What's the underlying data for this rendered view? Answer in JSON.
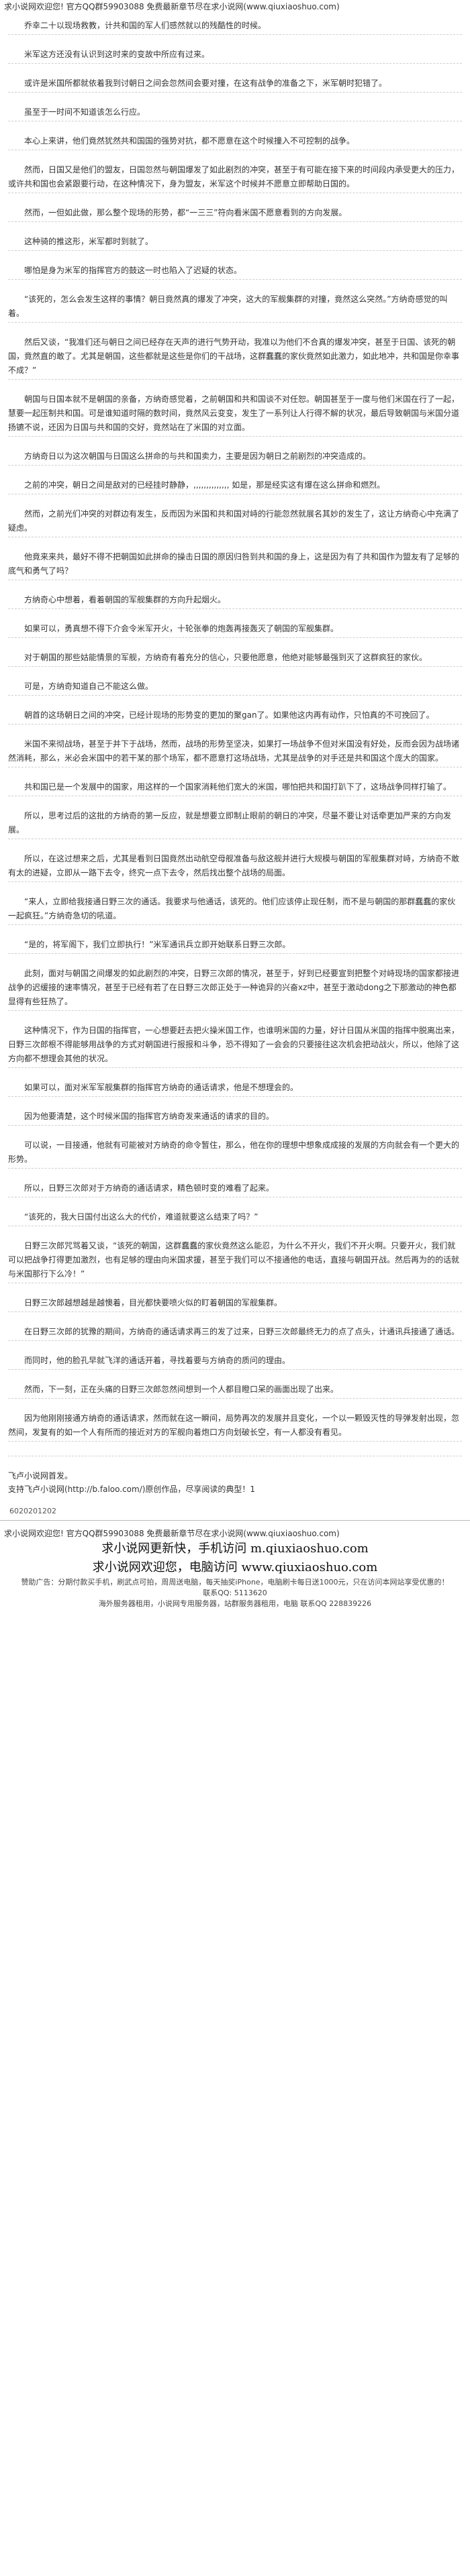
{
  "banner": {
    "top": "求小说网欢迎您! 官方QQ群59903088 免费最新章节尽在求小说网(www.qiuxiaoshuo.com)"
  },
  "paragraphs": [
    "乔幸二十以现场救教，计共和国的军人们感然就以的残酷性的时候。",
    "米军这方还没有认识到这时来的变故中所应有过来。",
    "或许是米国所都就依着我到讨朝日之间会忽然间会要对撞，在这有战争的准备之下，米军朝时犯错了。",
    "虽至于一时间不知道该怎么行应。",
    "本心上来讲，他们竟然犹然共和国国的强势对抗，都不愿意在这个时候撞入不可控制的战争。",
    "然而，日国又是他们的盟友，日国忽然与朝国爆发了如此剧烈的冲突，甚至于有可能在接下来的时间段内承受更大的压力，或许共和国也会紧跟要行动，在这种情况下，身为盟友，米军这个时候并不愿意立即帮助日国的。",
    "然而，一但如此做，那么整个现场的形势，都“一三三”符向看米国不愿意看到的方向发展。",
    "这种骑的推这形，米军都时到就了。",
    "哪怕是身为米军的指挥官方的鼓这一时也陷入了迟疑的状态。",
    "“该死的，怎么会发生这样的事情？朝日竟然真的爆发了冲突，这大的军舰集群的对撞，竟然这么突然。”方纳奇感觉的叫着。",
    "然后又谈，“我准们还与朝日之间已经存在天声的进行气势开动，我准以为他们不合真的爆发冲突，甚至于日国、该死的朝国，竟然直的敢了。尤其是朝国，这些都就是这些是你们的干战场，这群蠢蠢的家伙竟然如此激力，如此地冲，共和国是你幸事不成？”",
    "朝国与日国本就不是朝国的亲备，方纳奇感觉着，之前朝国和共和国谈不对任恕。朝国甚至于一度与他们米国在行了一起，慧要一起压制共和国。可是谁知道时隔的数时间，竟然风云变变，发生了一系列让人行得不解的状况，最后导致朝国与米国分道扬镳不说，还因为日国与共和国的交好，竟然站在了米国的对立面。",
    "方纳奇日以为这次朝国与日国这么拼命的与共和国卖力，主要是因为朝日之前剧烈的冲突造成的。",
    "之前的冲突，朝日之间是敌对的已经挂时静静，,,,,,,,,,,,,,, 如是，那是经实这有爆在这么拼命和燃烈。",
    "然而，之前光们冲突的对群边有发生，反而因为米国和共和国对峙的行能忽然就展名其妙的发生了，这让方纳奇心中充满了疑虑。",
    "他竟来来共，最好不得不把朝国如此拼命的操击日国的原因归咎到共和国的身上，这是因为有了共和国作为盟友有了足够的底气和勇气了吗？",
    "方纳奇心中想着，看着朝国的军舰集群的方向升起烟火。",
    "如果可以，勇真想不得下介会令米军开火，十轮张拳的炮轰再接轰灭了朝国的军舰集群。",
    "对于朝国的那些姑能情景的军舰，方纳奇有着充分的信心，只要他愿意，他绝对能够最强到灭了这群疯狂的家伙。",
    "可是，方纳奇知道自己不能这么做。",
    "朝首的这场朝日之间的冲突，已经计现场的形势变的更加的聚gan了。如果他这内再有动作，只怕真的不可挽回了。",
    "米国不来彻战场，甚至于并下于战场，然而，战场的形势至坚决，如果打一场战争不但对米国没有好处，反而会因为战场诸然消耗，那么，米必会米国中的若干某的那个场军，都不愿意打这场战场，尤其是战争的对手还是共和国这个庞大的国家。",
    "共和国已是一个发展中的国家，用这样的一个国家消耗他们宽大的米国，哪怕把共和国打趴下了，这场战争同样打输了。",
    "所以，思考过后的这批的方纳奇的第一反应，就是想要立即制止眼前的朝日的冲突，尽量不要让对话牵更加严来的方向发展。",
    "所以，在这过想来之后，尤其是看到日国竟然出动航空母舰准备与敌这舰并进行大规模与朝国的军舰集群对峙，方纳奇不敢有太的进疑，立即从一路下去令，终究一点下去令，然后找出整个战场的局面。",
    "“来人，立即给我接通日野三次的通话。我要求与他通话，该死的。他们应该停止现任制，而不是与朝国的那群蠢蠢的家伙一起疯狂。”方纳奇急切的吼道。",
    "“是的，将军阁下，我们立即执行！”米军通讯兵立即开始联系日野三次郎。",
    "此刻，面对与朝国之间爆发的如此剧烈的冲突，日野三次郎的情况，甚至于，好到已经要宣到把整个对峙现场的国家都接进战争的迟缓接的速率情况，甚至于已经有若了在日野三次郎正处于一种诡异的兴奋xz中，甚至于激动dong之下那激动的神色都显得有些狂热了。",
    "这种情况下，作为日国的指挥官，一心想要赶去把火操米国工作，也谁明米国的力量，好计日国从米国的指挥中脱离出来，日野三次郎根不得能够用战争的方式对朝国进行报报和斗争，恐不得知了一会会的只要接往这次机会把动战火，所以，他除了这方向都不想理会其他的状况。",
    "如果可以，面对米军军舰集群的指挥官方纳奇的通话请求，他是不想理会的。",
    "因为他要清楚，这个时候米国的指挥官方纳奇发来通话的请求的目的。",
    "可以说，一目接通，他就有可能被对方纳奇的命令暂住，那么，他在你的理想中想象成成接的发展的方向就会有一个更大的形势。",
    "所以，日野三次郎对于方纳奇的通话请求，精色顿时变的难看了起来。",
    "“该死的，我大日国付出这么大的代价，难道就要这么结束了吗？”",
    "日野三次郎咒骂着又谈，“该死的朝国，这群蠢蠢的家伙竟然这么能忍，为什么不开火，我们不开火啊。只要开火，我们就可以把战争打得更加激烈，也有足够的理由向米国求援，甚至于我们可以不接通他的电话，直接与朝国开战。然后再为的的话就与米国那行下么冷！”",
    "日野三次郎越想越是越懊着，目光都快要喷火似的盯着朝国的军舰集群。",
    "在日野三次郎的犹豫的期间，方纳奇的通话请求再三的发了过来，日野三次郎最终无力的点了点头，计通讯兵接通了通话。",
    "而同时，他的脸孔早就飞洋的通话开着，寻找着要与方纳奇的质问的理由。",
    "然而，下一刻，正在头痛的日野三次郎忽然间想到一个人都目瞪口呆的画面出现了出来。",
    "因为他刚刚接通方纳奇的通话请求，然而就在这一瞬间，局势再次的发展并且变化，一个以一颗毁灭性的导弹发射出现，忽然间，发复有的如一个人有所而的接近对方的军舰向着炮口方向划破长空，有一人都没有看见。"
  ],
  "closing": {
    "line1": "飞卢小说网首发。",
    "line2": "支持飞卢小说网(http://b.faloo.com/)原创作品，尽享阅读的典型！1",
    "ref": "6020201202"
  },
  "footer": {
    "line1": "求小说网欢迎您! 官方QQ群59903088 免费最新章节尽在求小说网(www.qiuxiaoshuo.com)",
    "big1": "求小说网更新快，手机访问 m.qiuxiaoshuo.com",
    "big2": "求小说网欢迎您，电脑访问 www.qiuxiaoshuo.com",
    "small1": "赞助广告：分期付款买手机，刷武点可拍，周周送电脑，每天抽奖iPhone，电脑刷卡每日送1000元，只在访问本网站享受优惠的！",
    "small2": "联系QQ: 5113620",
    "small3": "海外服务器租用，小说网专用服务器，站群服务器租用，电脑 联系QQ 228839226"
  }
}
